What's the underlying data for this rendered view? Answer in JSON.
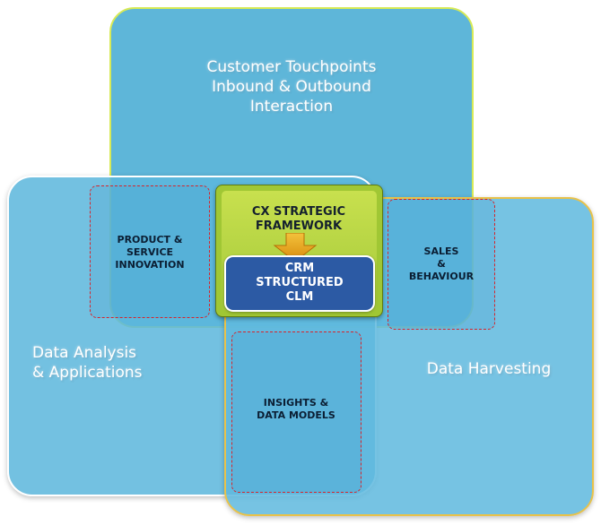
{
  "colors": {
    "top_box": "#50b0d6",
    "top_box_border": "#d7ea55",
    "side_box": "#5cb7dc",
    "right_box_border": "#e8c24a",
    "dashed_border": "#d8232a",
    "framework_green": "#a0c734",
    "arrow_orange": "#e8a318",
    "crm_blue": "#2c5aa4"
  },
  "regions": {
    "top": {
      "lines": [
        "Customer Touchpoints",
        "Inbound & Outbound",
        "Interaction"
      ]
    },
    "left": {
      "lines": [
        "Data Analysis",
        "& Applications"
      ]
    },
    "right": {
      "lines": [
        "Data Harvesting"
      ]
    }
  },
  "overlaps": {
    "product": {
      "lines": [
        "PRODUCT &",
        "SERVICE",
        "INNOVATION"
      ]
    },
    "sales": {
      "lines": [
        "SALES",
        "&",
        "BEHAVIOUR"
      ]
    },
    "insights": {
      "lines": [
        "INSIGHTS &",
        "DATA MODELS"
      ]
    }
  },
  "center": {
    "framework": {
      "lines": [
        "CX STRATEGIC",
        "FRAMEWORK"
      ]
    },
    "crm": {
      "lines": [
        "CRM",
        "STRUCTURED",
        "CLM"
      ]
    },
    "arrow_icon": "down-arrow-icon"
  }
}
